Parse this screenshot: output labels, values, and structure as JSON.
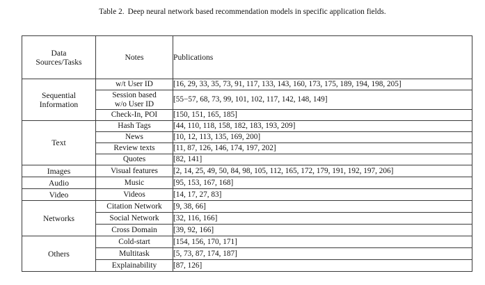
{
  "caption": {
    "label": "Table 2.",
    "text": "Deep neural network based recommendation models in specific application fields.",
    "full": "Table 2.  Deep neural network based recommendation models in specific application fields."
  },
  "table": {
    "headers": {
      "sources_tasks": "Data\nSources/Tasks",
      "sources_tasks_line1": "Data",
      "sources_tasks_line2": "Sources/Tasks",
      "notes": "Notes",
      "publications": "Publications"
    },
    "groups": [
      {
        "name": "Sequential Information",
        "name_line1": "Sequential",
        "name_line2": "Information",
        "rows": [
          {
            "note": "w/t User ID",
            "note_line1": "w/t User ID",
            "note_line2": "",
            "publications": "[16, 29, 33, 35, 73, 91, 117, 133, 143, 160, 173, 175, 189, 194, 198, 205]"
          },
          {
            "note": "Session based w/o User ID",
            "note_line1": "Session based",
            "note_line2": "w/o User ID",
            "publications": "[55−57, 68, 73, 99, 101, 102, 117, 142, 148, 149]"
          },
          {
            "note": "Check-In, POI",
            "note_line1": "Check-In, POI",
            "note_line2": "",
            "publications": "[150, 151, 165, 185]"
          }
        ]
      },
      {
        "name": "Text",
        "name_line1": "Text",
        "name_line2": "",
        "rows": [
          {
            "note": "Hash Tags",
            "note_line1": "Hash Tags",
            "note_line2": "",
            "publications": "[44, 110, 118, 158, 182, 183, 193, 209]"
          },
          {
            "note": "News",
            "note_line1": "News",
            "note_line2": "",
            "publications": "[10, 12, 113, 135, 169, 200]"
          },
          {
            "note": "Review texts",
            "note_line1": "Review texts",
            "note_line2": "",
            "publications": "[11, 87, 126, 146, 174, 197, 202]"
          },
          {
            "note": "Quotes",
            "note_line1": "Quotes",
            "note_line2": "",
            "publications": "[82, 141]"
          }
        ]
      },
      {
        "name": "Images",
        "name_line1": "Images",
        "name_line2": "",
        "rows": [
          {
            "note": "Visual features",
            "note_line1": "Visual features",
            "note_line2": "",
            "publications": "[2, 14, 25, 49, 50, 84, 98, 105, 112, 165, 172, 179, 191, 192, 197, 206]"
          }
        ]
      },
      {
        "name": "Audio",
        "name_line1": "Audio",
        "name_line2": "",
        "rows": [
          {
            "note": "Music",
            "note_line1": "Music",
            "note_line2": "",
            "publications": "[95, 153, 167, 168]"
          }
        ]
      },
      {
        "name": "Video",
        "name_line1": "Video",
        "name_line2": "",
        "rows": [
          {
            "note": "Videos",
            "note_line1": "Videos",
            "note_line2": "",
            "publications": "[14, 17, 27, 83]"
          }
        ]
      },
      {
        "name": "Networks",
        "name_line1": "Networks",
        "name_line2": "",
        "rows": [
          {
            "note": "Citation Network",
            "note_line1": "Citation Network",
            "note_line2": "",
            "publications": "[9, 38, 66]"
          },
          {
            "note": "Social Network",
            "note_line1": "Social Network",
            "note_line2": "",
            "publications": "[32, 116, 166]"
          },
          {
            "note": "Cross Domain",
            "note_line1": "Cross Domain",
            "note_line2": "",
            "publications": "[39, 92, 166]"
          }
        ]
      },
      {
        "name": "Others",
        "name_line1": "Others",
        "name_line2": "",
        "rows": [
          {
            "note": "Cold-start",
            "note_line1": "Cold-start",
            "note_line2": "",
            "publications": "[154, 156, 170, 171]"
          },
          {
            "note": "Multitask",
            "note_line1": "Multitask",
            "note_line2": "",
            "publications": "[5, 73, 87, 174, 187]"
          },
          {
            "note": "Explainability",
            "note_line1": "Explainability",
            "note_line2": "",
            "publications": "[87, 126]"
          }
        ]
      }
    ]
  },
  "colors": {
    "page_background": "#ffffff",
    "text": "#141414",
    "border": "#3a3a3a"
  }
}
